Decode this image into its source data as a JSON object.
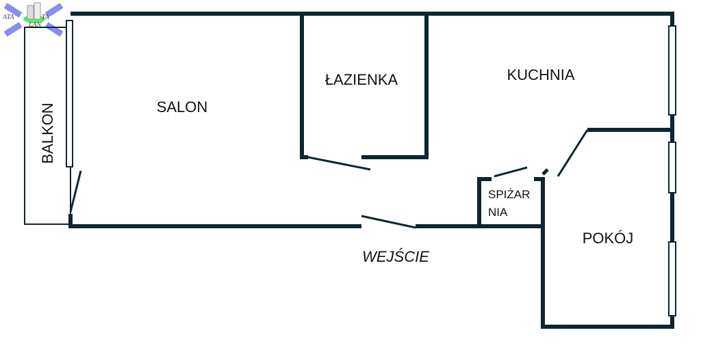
{
  "logo": {
    "left": "ATA",
    "right": "TA",
    "bottom": "LAN"
  },
  "rooms": {
    "salon": "SALON",
    "bathroom": "ŁAZIENKA",
    "kitchen": "KUCHNIA",
    "balcony": "BALKON",
    "pantry_line1": "SPIŻAR",
    "pantry_line2": "NIA",
    "room": "POKÓJ",
    "entrance": "WEJŚCIE"
  },
  "colors": {
    "wall": "#0f2530"
  }
}
